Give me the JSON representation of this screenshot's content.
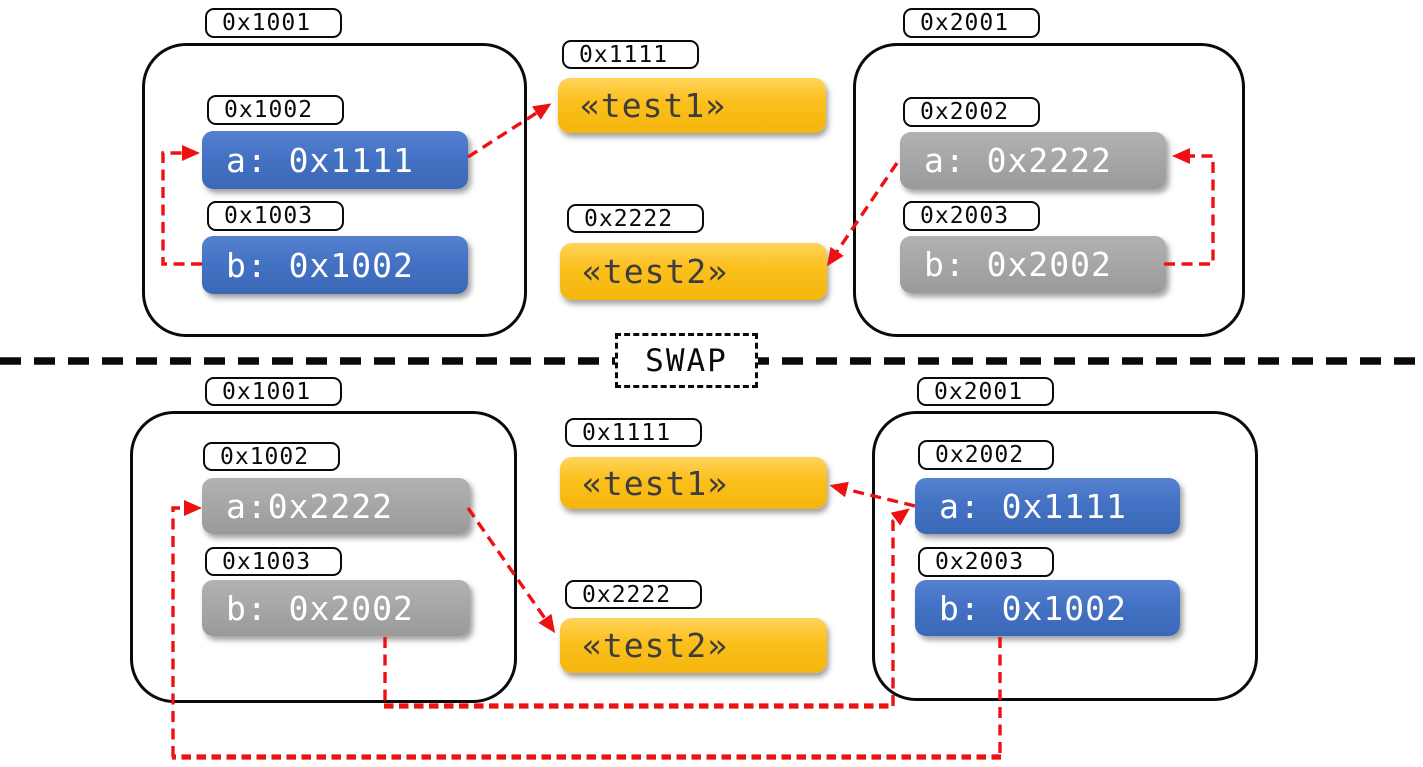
{
  "title": "Pointer swap memory diagram",
  "colors": {
    "pointer_red": "#ee1111",
    "var_blue": "#4472c4",
    "var_gray": "#a6a6a6",
    "string_yellow": "#fcc01e",
    "outline_black": "#0a0a0a"
  },
  "swap": {
    "label": "SWAP"
  },
  "sections": {
    "before": {
      "left_panel": {
        "address": "0x1001",
        "slot_a_address": "0x1002",
        "slot_a": "a: 0x1111",
        "slot_b_address": "0x1003",
        "slot_b": "b: 0x1002"
      },
      "strings": {
        "s1_address": "0x1111",
        "s1": "«test1»",
        "s2_address": "0x2222",
        "s2": "«test2»"
      },
      "right_panel": {
        "address": "0x2001",
        "slot_a_address": "0x2002",
        "slot_a": "a: 0x2222",
        "slot_b_address": "0x2003",
        "slot_b": "b: 0x2002"
      }
    },
    "after": {
      "left_panel": {
        "address": "0x1001",
        "slot_a_address": "0x1002",
        "slot_a": "a:0x2222",
        "slot_b_address": "0x1003",
        "slot_b": "b: 0x2002"
      },
      "strings": {
        "s1_address": "0x1111",
        "s1": "«test1»",
        "s2_address": "0x2222",
        "s2": "«test2»"
      },
      "right_panel": {
        "address": "0x2001",
        "slot_a_address": "0x2002",
        "slot_a": "a: 0x1111",
        "slot_b_address": "0x2003",
        "slot_b": "b: 0x1002"
      }
    }
  },
  "pointers": {
    "before": [
      "0x1001.b (0x1003) -> 0x1001.a (0x1002)",
      "0x1001.a -> string «test1» @ 0x1111",
      "0x2001.b (0x2003) -> 0x2001.a (0x2002)",
      "0x2001.a -> string «test2» @ 0x2222"
    ],
    "after": [
      "0x1001.a -> string «test2» @ 0x2222",
      "0x2001.a -> string «test1» @ 0x1111",
      "0x1001.b (0x2002) -> 0x2001.a (0x2002)",
      "0x2001.b (0x1002) -> 0x1001.a (0x1002)"
    ]
  }
}
